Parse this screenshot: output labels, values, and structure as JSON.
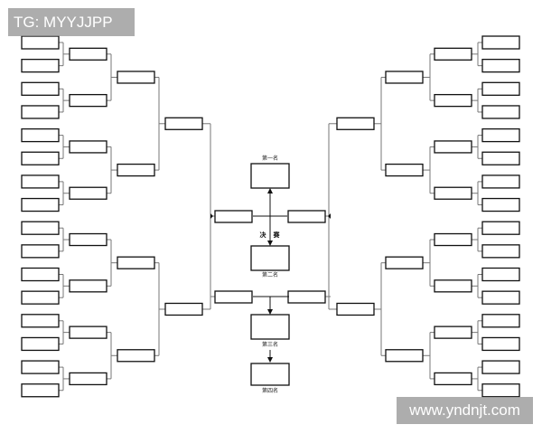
{
  "watermarks": {
    "top_left": "TG: MYYJJPP",
    "bottom_right": "www.yndnjt.com"
  },
  "labels": {
    "first": "第一名",
    "second": "第二名",
    "third": "第三名",
    "fourth": "第四名",
    "final_left": "决",
    "final_right": "赛"
  },
  "bracket": {
    "entrants_per_side": 16,
    "rounds_per_side": 4
  }
}
